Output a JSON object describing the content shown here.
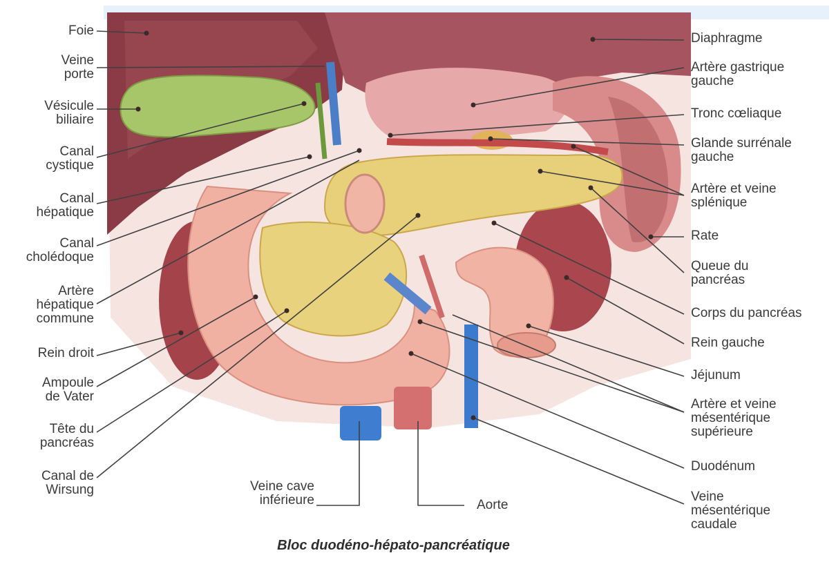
{
  "caption": "Bloc duodéno-hépato-pancréatique",
  "labels": {
    "foie": "Foie",
    "veine_porte": "Veine\nporte",
    "vesicule_biliaire": "Vésicule\nbiliaire",
    "canal_cystique": "Canal\ncystique",
    "canal_hepatique": "Canal\nhépatique",
    "canal_choledoque": "Canal\ncholédoque",
    "artere_hepatique_commune": "Artère\nhépatique\ncommune",
    "rein_droit": "Rein droit",
    "ampoule_de_vater": "Ampoule\nde Vater",
    "tete_du_pancreas": "Tête du\npancréas",
    "canal_de_wirsung": "Canal de\nWirsung",
    "veine_cave_inferieure": "Veine cave\ninférieure",
    "aorte": "Aorte",
    "diaphragme": "Diaphragme",
    "artere_gastrique_gauche": "Artère gastrique\ngauche",
    "tronc_coeliaque": "Tronc cœliaque",
    "glande_surrenale_gauche": "Glande surrénale\ngauche",
    "artere_et_veine_splenique": "Artère et veine\nsplénique",
    "rate": "Rate",
    "queue_du_pancreas": "Queue du\npancréas",
    "corps_du_pancreas": "Corps du pancréas",
    "rein_gauche": "Rein gauche",
    "jejunum": "Jéjunum",
    "artere_et_veine_mesenterique_superieure": "Artère et veine\nmésentérique\nsupérieure",
    "duodenum": "Duodénum",
    "veine_mesenterique_caudale": "Veine\nmésentérique\ncaudale"
  }
}
